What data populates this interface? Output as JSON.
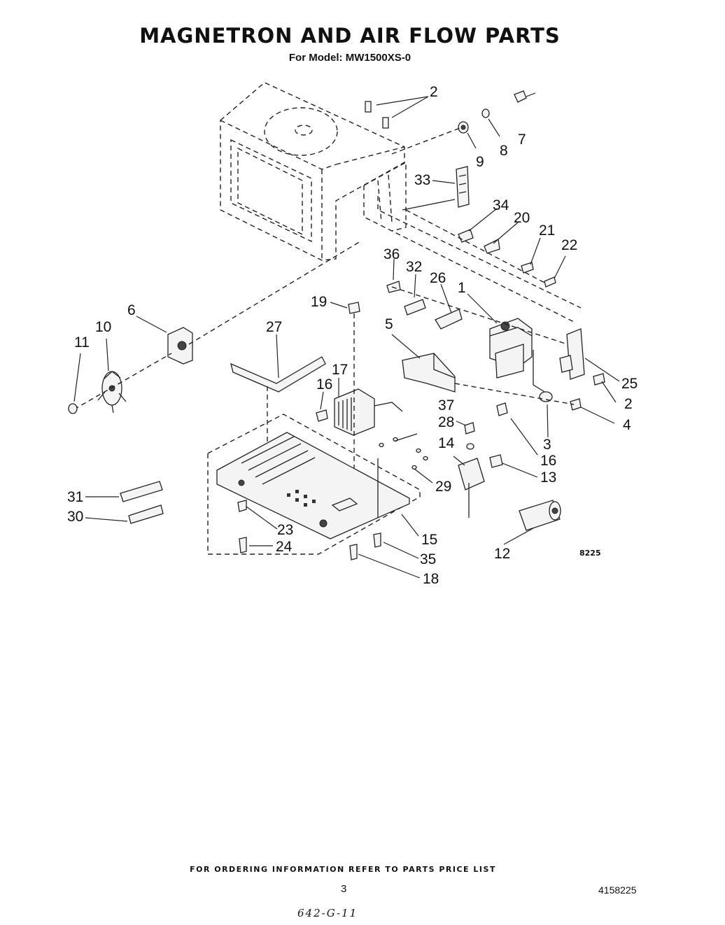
{
  "title": "MAGNETRON AND AIR FLOW PARTS",
  "subtitle": "For Model: MW1500XS-0",
  "diagram_code": "8225",
  "callouts": [
    {
      "id": "1",
      "label": "1"
    },
    {
      "id": "2a",
      "label": "2"
    },
    {
      "id": "2b",
      "label": "2"
    },
    {
      "id": "3",
      "label": "3"
    },
    {
      "id": "4",
      "label": "4"
    },
    {
      "id": "5",
      "label": "5"
    },
    {
      "id": "6",
      "label": "6"
    },
    {
      "id": "7",
      "label": "7"
    },
    {
      "id": "8",
      "label": "8"
    },
    {
      "id": "9",
      "label": "9"
    },
    {
      "id": "10",
      "label": "10"
    },
    {
      "id": "11",
      "label": "11"
    },
    {
      "id": "12",
      "label": "12"
    },
    {
      "id": "13",
      "label": "13"
    },
    {
      "id": "14",
      "label": "14"
    },
    {
      "id": "15",
      "label": "15"
    },
    {
      "id": "16a",
      "label": "16"
    },
    {
      "id": "16b",
      "label": "16"
    },
    {
      "id": "17",
      "label": "17"
    },
    {
      "id": "18",
      "label": "18"
    },
    {
      "id": "19",
      "label": "19"
    },
    {
      "id": "20",
      "label": "20"
    },
    {
      "id": "21",
      "label": "21"
    },
    {
      "id": "22",
      "label": "22"
    },
    {
      "id": "23",
      "label": "23"
    },
    {
      "id": "24",
      "label": "24"
    },
    {
      "id": "25",
      "label": "25"
    },
    {
      "id": "26",
      "label": "26"
    },
    {
      "id": "27",
      "label": "27"
    },
    {
      "id": "28",
      "label": "28"
    },
    {
      "id": "29",
      "label": "29"
    },
    {
      "id": "30",
      "label": "30"
    },
    {
      "id": "31",
      "label": "31"
    },
    {
      "id": "32",
      "label": "32"
    },
    {
      "id": "33",
      "label": "33"
    },
    {
      "id": "34",
      "label": "34"
    },
    {
      "id": "35",
      "label": "35"
    },
    {
      "id": "36",
      "label": "36"
    },
    {
      "id": "37",
      "label": "37"
    }
  ],
  "footer": "FOR ORDERING INFORMATION REFER TO PARTS PRICE LIST",
  "page_number": "3",
  "document_number": "4158225",
  "handwritten_note": "642-G-11"
}
